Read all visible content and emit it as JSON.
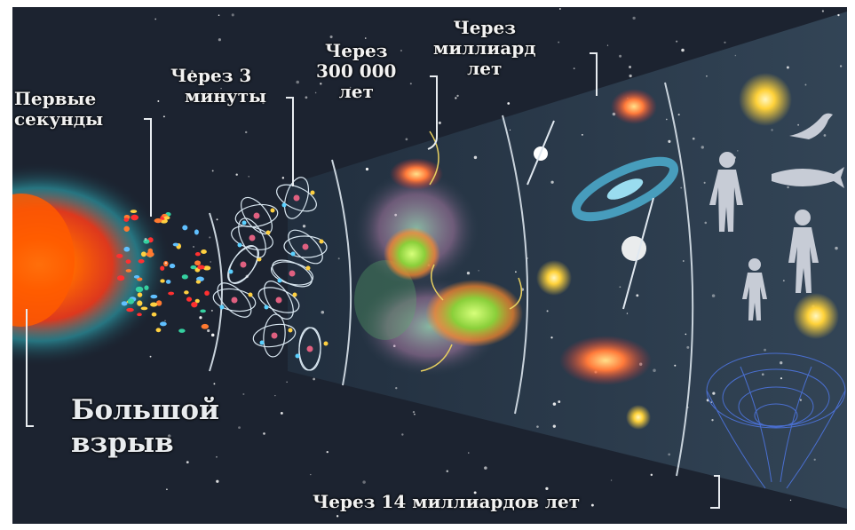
{
  "stages": [
    {
      "id": "first-seconds",
      "lines": [
        "Первые",
        "секунды"
      ]
    },
    {
      "id": "after-3-minutes",
      "lines": [
        "Через 3",
        "минуты"
      ]
    },
    {
      "id": "after-300000-years",
      "lines": [
        "Через",
        "300 000",
        "лет"
      ]
    },
    {
      "id": "after-billion-years",
      "lines": [
        "Через",
        "миллиард",
        "лет"
      ]
    },
    {
      "id": "after-14-billion-years",
      "lines": [
        "Через 14 миллиардов лет"
      ]
    }
  ],
  "big_bang": {
    "lines": [
      "Большой",
      "взрыв"
    ]
  },
  "colors": {
    "background": "#1c2330",
    "cone": "#2a3a4a",
    "text": "#f2f2f2",
    "blast_core": "#ff5a00",
    "blast_glow": "#33c3c8"
  }
}
